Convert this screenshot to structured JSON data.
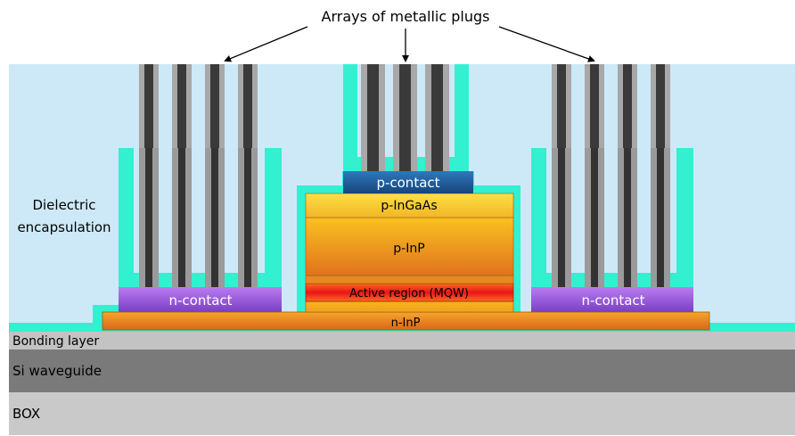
{
  "labels": {
    "plugs": "Arrays of metallic plugs",
    "dielectric_line1": "Dielectric",
    "dielectric_line2": "encapsulation",
    "p_contact": "p-contact",
    "p_ingaas": "p-InGaAs",
    "p_inp": "p-InP",
    "active": "Active region (MQW)",
    "n_inp": "n-InP",
    "n_contact_left": "n-contact",
    "n_contact_right": "n-contact",
    "bonding": "Bonding layer",
    "si_waveguide": "Si waveguide",
    "box": "BOX"
  },
  "colors": {
    "dielectric": "#cde9f8",
    "cyan_liner": "#33f0d0",
    "plug_outer": "#a8a8a8",
    "plug_core": "#3a3a3a",
    "p_contact": "#1e5d9b",
    "ingaas": "#f5cc2e",
    "inp_top": "#f7b31c",
    "inp_bottom": "#e0761e",
    "active": "#e8201a",
    "n_contact": "#9a5ad6",
    "n_inp": "#f08a1c",
    "bonding": "#c3c3c3",
    "si": "#7a7a7a",
    "box": "#c9c9c9"
  }
}
